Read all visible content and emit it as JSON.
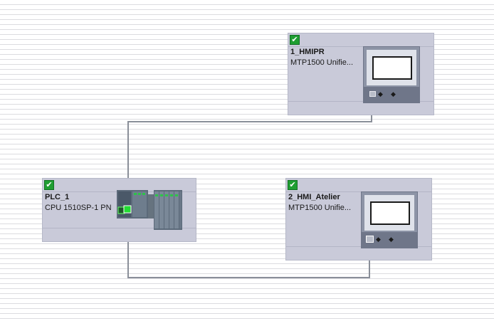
{
  "network_view": {
    "devices": [
      {
        "id": "hmi1",
        "name": "1_HMIPR",
        "type": "MTP1500  Unifie...",
        "status": "ok"
      },
      {
        "id": "plc1",
        "name": "PLC_1",
        "type": "CPU 1510SP-1 PN",
        "status": "ok"
      },
      {
        "id": "hmi2",
        "name": "2_HMI_Atelier",
        "type": "MTP1500  Unifie...",
        "status": "ok"
      }
    ],
    "colors": {
      "device_body": "#c9cad9",
      "status_ok": "#1f9e32",
      "subnet_line": "#8a8f99",
      "port_active": "#22dd33"
    },
    "icons": {
      "status": "check-icon",
      "hmi": "hmi-panel-icon",
      "plc": "plc-rack-icon",
      "port": "profinet-port-icon"
    },
    "status_symbol": "✔",
    "connector_symbol": "◆"
  }
}
